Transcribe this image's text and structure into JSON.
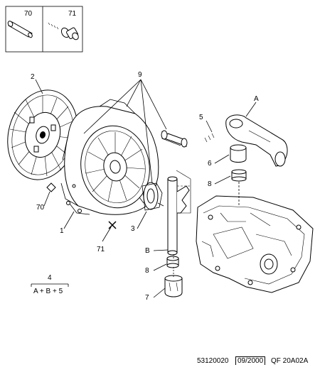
{
  "inset": {
    "left_label": "70",
    "right_label": "71"
  },
  "callouts": {
    "c1": "1",
    "c2": "2",
    "c3": "3",
    "c5": "5",
    "c6": "6",
    "c7": "7",
    "c8a": "8",
    "c8b": "8",
    "c9": "9",
    "c70": "70",
    "c71": "71",
    "cA": "A",
    "cB": "B"
  },
  "kit": {
    "number": "4",
    "formula": "A + B + 5"
  },
  "footer": {
    "ref": "53120020",
    "date": "09/2000",
    "code": "QF 20A02A"
  }
}
